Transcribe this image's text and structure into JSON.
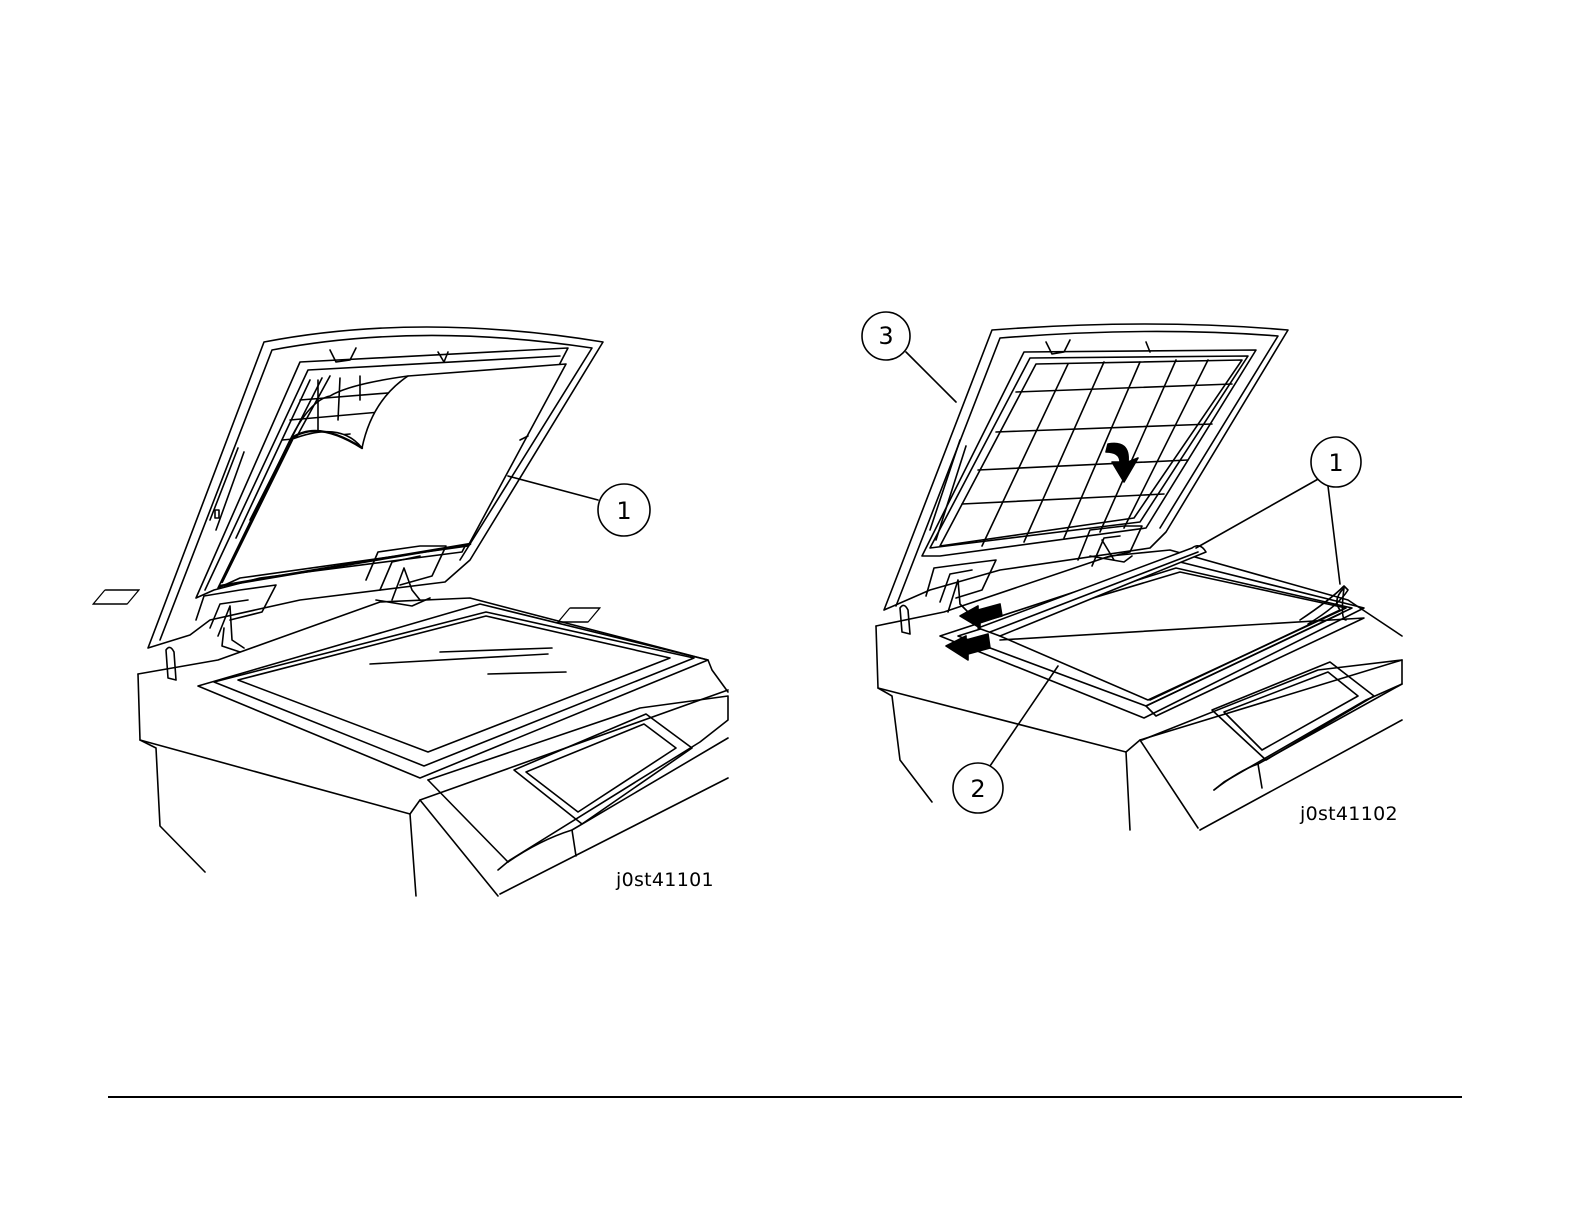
{
  "figures": [
    {
      "id": "j0st41101",
      "callouts": [
        "1"
      ]
    },
    {
      "id": "j0st41102",
      "callouts": [
        "3",
        "1",
        "2"
      ]
    }
  ],
  "colors": {
    "line": "#000000",
    "background": "#ffffff"
  }
}
